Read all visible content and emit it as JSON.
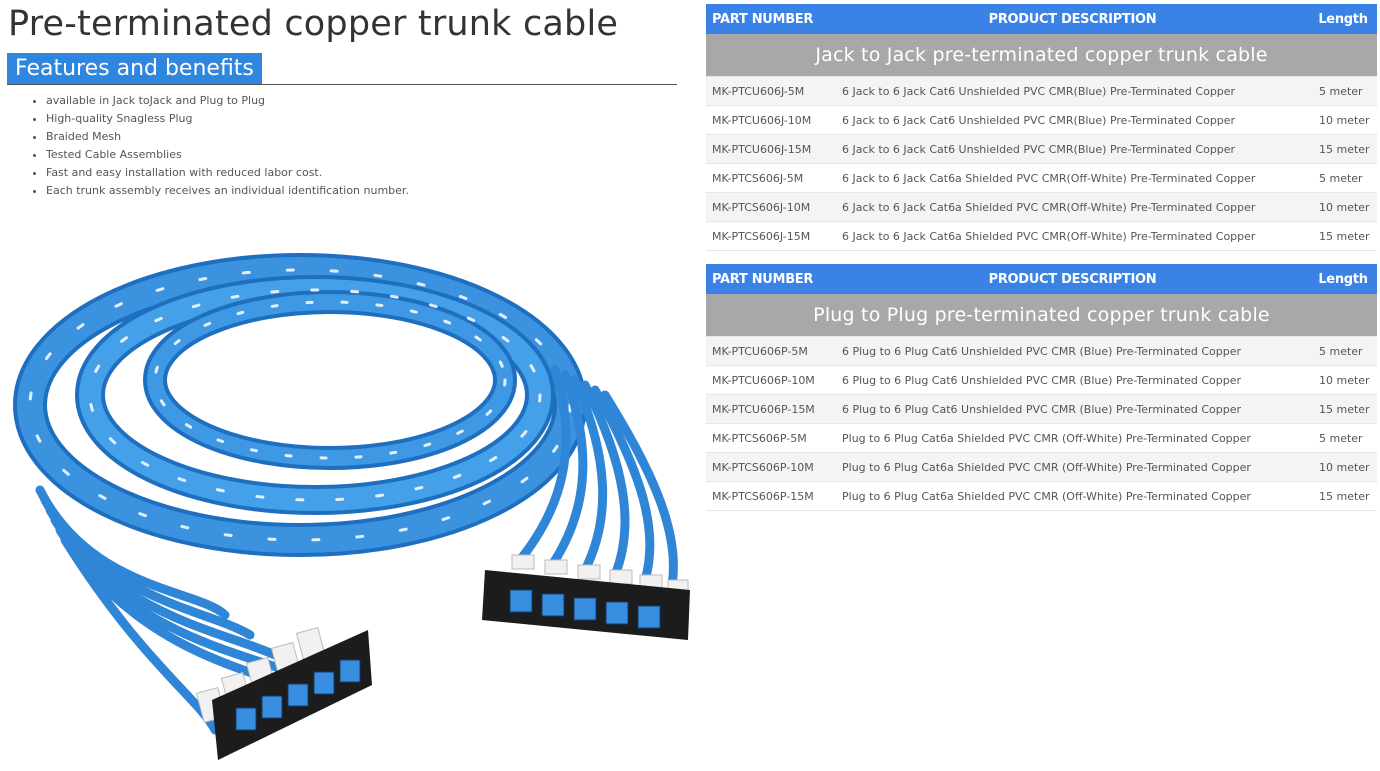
{
  "page": {
    "title": "Pre-terminated copper trunk cable",
    "features_heading": "Features and benefits"
  },
  "benefits": [
    "available in Jack toJack and Plug to Plug",
    "High-quality Snagless Plug",
    "Braided Mesh",
    "Tested Cable Assemblies",
    "Fast and easy installation with reduced labor cost.",
    "Each trunk assembly receives an individual identification number."
  ],
  "columns": {
    "part": "PART NUMBER",
    "desc": "PRODUCT DESCRIPTION",
    "length": "Length"
  },
  "tables": [
    {
      "section": "Jack to Jack pre-terminated copper trunk cable",
      "rows": [
        {
          "part": "MK-PTCU606J-5M",
          "desc": "6 Jack to 6 Jack Cat6 Unshielded PVC CMR(Blue) Pre-Terminated Copper",
          "length": "5 meter"
        },
        {
          "part": "MK-PTCU606J-10M",
          "desc": "6 Jack to 6 Jack Cat6 Unshielded PVC CMR(Blue) Pre-Terminated Copper",
          "length": "10 meter"
        },
        {
          "part": "MK-PTCU606J-15M",
          "desc": "6 Jack to 6 Jack Cat6 Unshielded PVC CMR(Blue) Pre-Terminated Copper",
          "length": "15 meter"
        },
        {
          "part": "MK-PTCS606J-5M",
          "desc": "6 Jack to 6 Jack Cat6a Shielded PVC CMR(Off-White) Pre-Terminated Copper",
          "length": "5 meter"
        },
        {
          "part": "MK-PTCS606J-10M",
          "desc": "6 Jack to 6 Jack Cat6a Shielded PVC CMR(Off-White) Pre-Terminated Copper",
          "length": "10 meter"
        },
        {
          "part": "MK-PTCS606J-15M",
          "desc": "6 Jack to 6 Jack Cat6a Shielded PVC CMR(Off-White) Pre-Terminated Copper",
          "length": "15 meter"
        }
      ]
    },
    {
      "section": "Plug to Plug pre-terminated copper trunk cable",
      "rows": [
        {
          "part": "MK-PTCU606P-5M",
          "desc": "6 Plug to 6 Plug Cat6 Unshielded PVC CMR (Blue) Pre-Terminated Copper",
          "length": "5 meter"
        },
        {
          "part": "MK-PTCU606P-10M",
          "desc": "6 Plug to 6 Plug Cat6 Unshielded PVC CMR (Blue) Pre-Terminated Copper",
          "length": "10 meter"
        },
        {
          "part": "MK-PTCU606P-15M",
          "desc": "6 Plug to 6 Plug Cat6 Unshielded PVC CMR (Blue) Pre-Terminated Copper",
          "length": "15 meter"
        },
        {
          "part": "MK-PTCS606P-5M",
          "desc": "Plug to 6 Plug Cat6a Shielded PVC CMR (Off-White) Pre-Terminated Copper",
          "length": "5 meter"
        },
        {
          "part": "MK-PTCS606P-10M",
          "desc": "Plug to 6 Plug Cat6a Shielded PVC CMR (Off-White) Pre-Terminated Copper",
          "length": "10 meter"
        },
        {
          "part": "MK-PTCS606P-15M",
          "desc": "Plug to 6 Plug Cat6a Shielded PVC CMR (Off-White) Pre-Terminated Copper",
          "length": "15 meter"
        }
      ]
    }
  ],
  "colors": {
    "accent": "#3b82e6",
    "section_bg": "#a8a8a8",
    "cable": "#2f86d6"
  }
}
